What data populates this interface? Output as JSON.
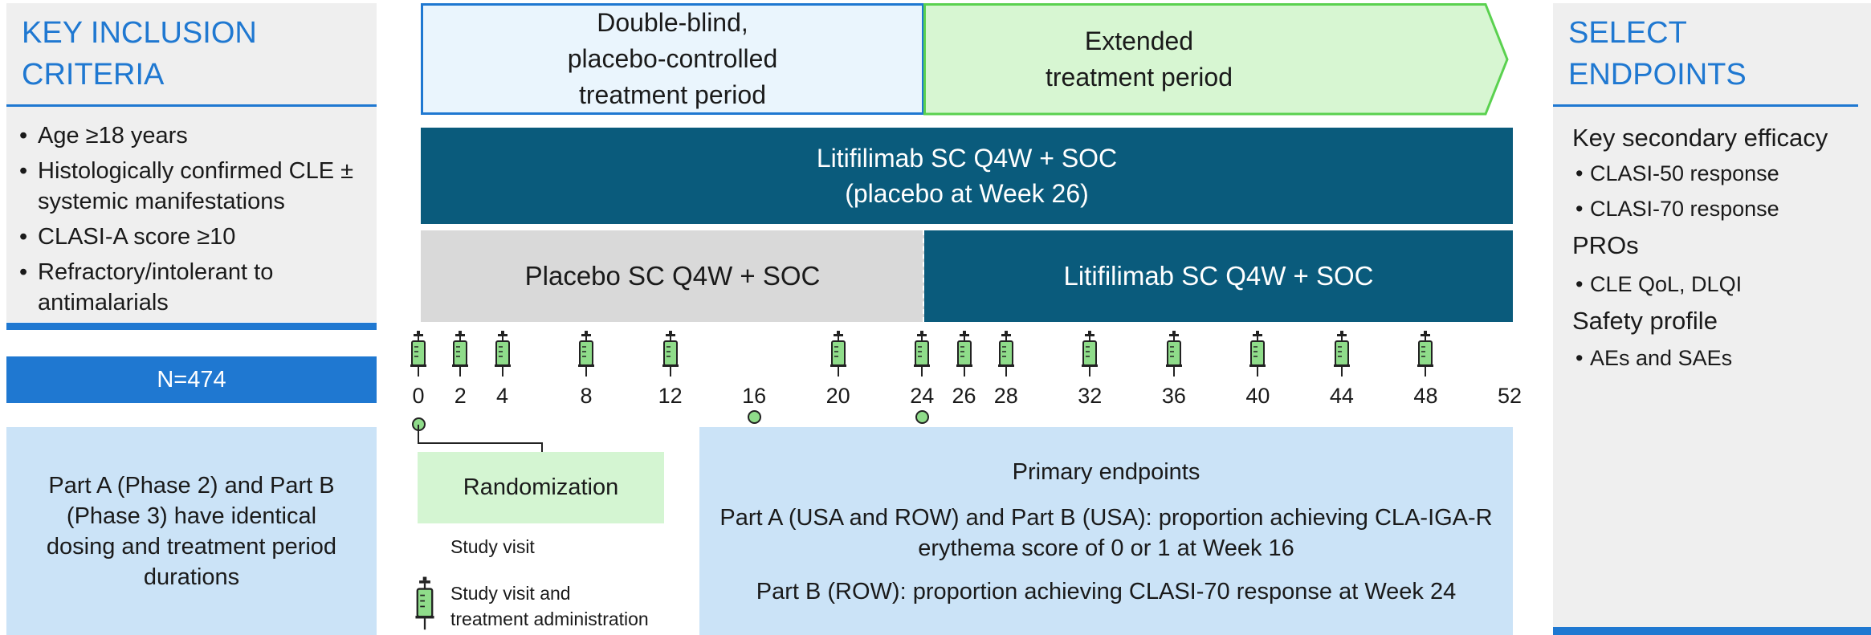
{
  "inclusion": {
    "title_line1": "KEY INCLUSION",
    "title_line2": "CRITERIA",
    "items": [
      "Age ≥18 years",
      "Histologically confirmed CLE ± systemic manifestations",
      "CLASI-A score ≥10",
      "Refractory/intolerant to antimalarials"
    ],
    "n_label": "N=474"
  },
  "parts_note": {
    "a": "Part A (Phase 2)",
    "and": " and ",
    "b": "Part B (Phase 3)",
    "rest": " have identical dosing and treatment period durations"
  },
  "periods": {
    "double_blind": "Double-blind,\nplacebo-controlled\ntreatment period",
    "extended": "Extended\ntreatment period"
  },
  "arms": {
    "lit_top": "Litifilimab SC Q4W + SOC\n(placebo at Week 26)",
    "placebo": "Placebo SC Q4W + SOC",
    "lit_bottom": "Litifilimab SC Q4W + SOC"
  },
  "timeline": {
    "weeks": [
      "0",
      "2",
      "4",
      "8",
      "12",
      "16",
      "20",
      "24",
      "26",
      "28",
      "32",
      "36",
      "40",
      "44",
      "48",
      "52"
    ],
    "syringe_weeks": [
      0,
      2,
      4,
      8,
      12,
      20,
      24,
      26,
      28,
      32,
      36,
      40,
      44,
      48
    ],
    "visit_weeks": [
      0,
      16,
      24
    ]
  },
  "legend": {
    "randomization": "Randomization",
    "study_visit": "Study visit",
    "study_visit_treatment_line1": "Study visit and",
    "study_visit_treatment_line2": "treatment administration"
  },
  "primary": {
    "title": "Primary endpoints",
    "l1_a": "Part A",
    "l1_b": " (USA and ROW) and ",
    "l1_c": "Part B",
    "l1_d": " (USA): ",
    "l1_e": "proportion achieving CLA-IGA-R",
    "l2": "erythema score of 0 or 1 at Week 16",
    "l3_a": "Part B",
    "l3_b": " (ROW): ",
    "l3_c": "proportion achieving CLASI-70 response at Week 24"
  },
  "endpoints": {
    "title_line1": "SELECT",
    "title_line2": "ENDPOINTS",
    "groups": [
      {
        "heading": "Key secondary efficacy",
        "items": [
          "CLASI-50 response",
          "CLASI-70 response"
        ]
      },
      {
        "heading": "PROs",
        "items": [
          "CLE QoL, DLQI"
        ]
      },
      {
        "heading": "Safety profile",
        "items": [
          "AEs and SAEs"
        ]
      }
    ]
  },
  "colors": {
    "accent_blue": "#1f78d1",
    "teal": "#0a5b7c",
    "light_blue_box": "#cbe3f7",
    "green_fill": "#d4f5d2",
    "placebo_gray": "#d9d9d9"
  }
}
